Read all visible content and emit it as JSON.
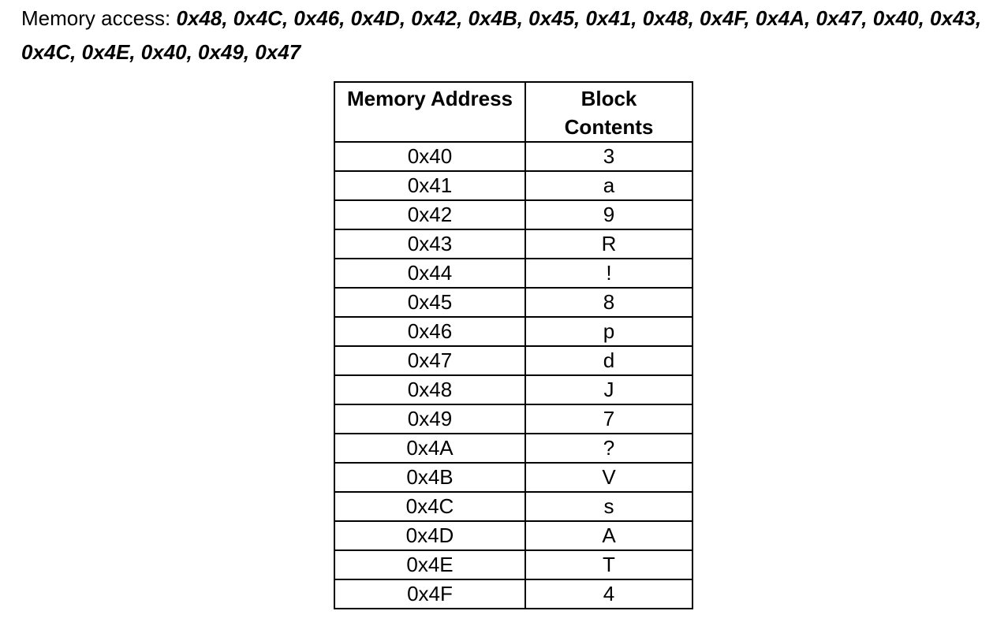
{
  "memory_access": {
    "label": "Memory access:",
    "sequence_line1": "0x48, 0x4C, 0x46, 0x4D, 0x42, 0x4B, 0x45, 0x41, 0x48, 0x4F, 0x4A, 0x47, 0x40, 0x43,",
    "sequence_line2": "0x4C, 0x4E, 0x40, 0x49, 0x47",
    "full_sequence": [
      "0x48",
      "0x4C",
      "0x46",
      "0x4D",
      "0x42",
      "0x4B",
      "0x45",
      "0x41",
      "0x48",
      "0x4F",
      "0x4A",
      "0x47",
      "0x40",
      "0x43",
      "0x4C",
      "0x4E",
      "0x40",
      "0x49",
      "0x47"
    ]
  },
  "table": {
    "header": {
      "col_address": "Memory Address",
      "col_contents": "Block Contents"
    },
    "rows": [
      {
        "address": "0x40",
        "contents": "3"
      },
      {
        "address": "0x41",
        "contents": "a"
      },
      {
        "address": "0x42",
        "contents": "9"
      },
      {
        "address": "0x43",
        "contents": "R"
      },
      {
        "address": "0x44",
        "contents": "!"
      },
      {
        "address": "0x45",
        "contents": "8"
      },
      {
        "address": "0x46",
        "contents": "p"
      },
      {
        "address": "0x47",
        "contents": "d"
      },
      {
        "address": "0x48",
        "contents": "J"
      },
      {
        "address": "0x49",
        "contents": "7"
      },
      {
        "address": "0x4A",
        "contents": "?"
      },
      {
        "address": "0x4B",
        "contents": "V"
      },
      {
        "address": "0x4C",
        "contents": "s"
      },
      {
        "address": "0x4D",
        "contents": "A"
      },
      {
        "address": "0x4E",
        "contents": "T"
      },
      {
        "address": "0x4F",
        "contents": "4"
      }
    ]
  },
  "colors": {
    "text": "#000000",
    "background": "#ffffff",
    "table_border": "#000000"
  }
}
